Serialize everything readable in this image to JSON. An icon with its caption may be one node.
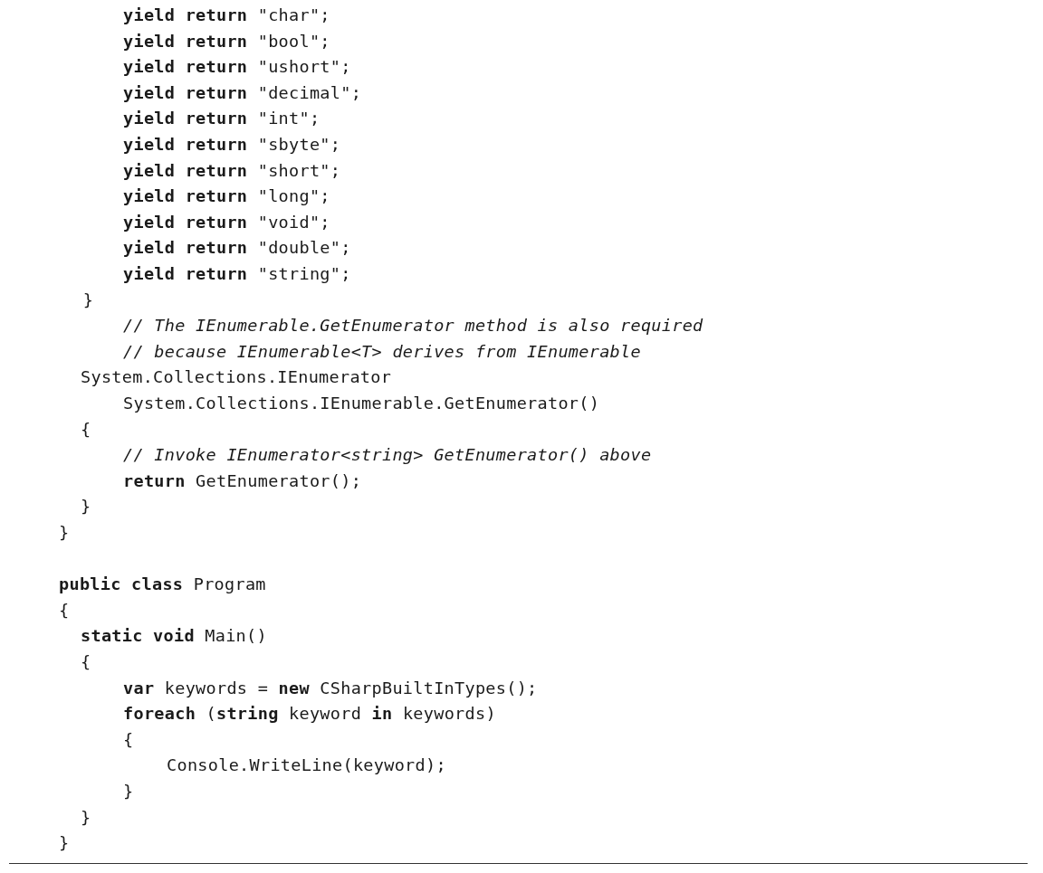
{
  "diagram": {
    "labels": [
      "**yield return** \"char\";",
      "**yield return** \"bool\";",
      "**yield return** \"ushort\";",
      "**yield return** \"decimal\";",
      "**yield return** \"int\";",
      "**yield return** \"sbyte\";",
      "**yield return** \"short\";",
      "**yield return** \"long\";",
      "**yield return** \"void\";",
      "**yield return** \"double\";",
      "**yield return** \"string\";",
      "}",
      "*// The IEnumerable.GetEnumerator method is also required*",
      "*// because IEnumerable<T> derives from IEnumerable*",
      "System.Collections.IEnumerator",
      "System.Collections.IEnumerable.GetEnumerator()",
      "{",
      "*// Invoke IEnumerator<string> GetEnumerator() above*",
      "**return** GetEnumerator();",
      "}",
      "}",
      "**public class** Program",
      "{",
      "**static void** Main()",
      "{",
      "**var** keywords = **new** CSharpBuiltInTypes();",
      "**foreach** (**string** keyword **in** keywords)",
      "{",
      "Console.WriteLine(keyword);",
      "}",
      "}",
      "}"
    ]
  }
}
